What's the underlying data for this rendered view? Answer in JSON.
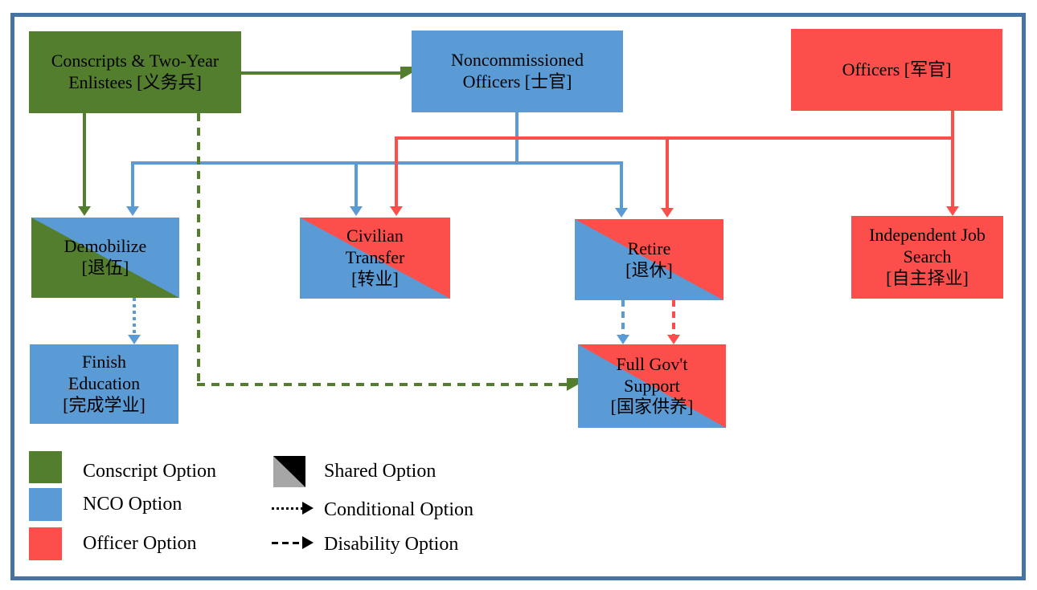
{
  "nodes": {
    "conscripts": {
      "label": "Conscripts & Two-Year\nEnlistees [义务兵]"
    },
    "nco": {
      "label": "Noncommissioned\nOfficers [士官]"
    },
    "officers": {
      "label": "Officers [军官]"
    },
    "demobilize": {
      "label": "Demobilize\n[退伍]"
    },
    "civilian_transfer": {
      "label": "Civilian\nTransfer\n[转业]"
    },
    "retire": {
      "label": "Retire\n[退休]"
    },
    "independent_job_search": {
      "label": "Independent Job\nSearch\n[自主择业]"
    },
    "finish_education": {
      "label": "Finish\nEducation\n[完成学业]"
    },
    "full_govt_support": {
      "label": "Full Gov't\nSupport\n[国家供养]"
    }
  },
  "edges": [
    {
      "from": "conscripts",
      "to": "nco",
      "style": "solid",
      "color": "green"
    },
    {
      "from": "conscripts",
      "to": "demobilize",
      "style": "solid",
      "color": "green"
    },
    {
      "from": "conscripts",
      "to": "full_govt_support",
      "style": "dashed",
      "color": "green",
      "meaning": "Disability Option"
    },
    {
      "from": "nco",
      "to": "demobilize",
      "style": "solid",
      "color": "blue"
    },
    {
      "from": "nco",
      "to": "civilian_transfer",
      "style": "solid",
      "color": "blue"
    },
    {
      "from": "nco",
      "to": "retire",
      "style": "solid",
      "color": "blue"
    },
    {
      "from": "officers",
      "to": "civilian_transfer",
      "style": "solid",
      "color": "red"
    },
    {
      "from": "officers",
      "to": "retire",
      "style": "solid",
      "color": "red"
    },
    {
      "from": "officers",
      "to": "independent_job_search",
      "style": "solid",
      "color": "red"
    },
    {
      "from": "demobilize",
      "to": "finish_education",
      "style": "dotted",
      "color": "blue",
      "meaning": "Conditional Option"
    },
    {
      "from": "retire",
      "to": "full_govt_support",
      "style": "dashed",
      "color": "blue",
      "meaning": "Disability Option"
    },
    {
      "from": "retire",
      "to": "full_govt_support",
      "style": "dashed",
      "color": "red",
      "meaning": "Disability Option"
    }
  ],
  "legend": {
    "conscript_label": "Conscript Option",
    "nco_label": "NCO Option",
    "officer_label": "Officer Option",
    "shared_label": "Shared Option",
    "conditional_label": "Conditional Option",
    "disability_label": "Disability Option"
  },
  "colors": {
    "conscript_green": "#527E2E",
    "nco_blue": "#5B9BD5",
    "officer_red": "#FC4F4C",
    "shared_black": "#000000",
    "shared_gray": "#A6A6A6",
    "frame_blue": "#4573A3"
  }
}
